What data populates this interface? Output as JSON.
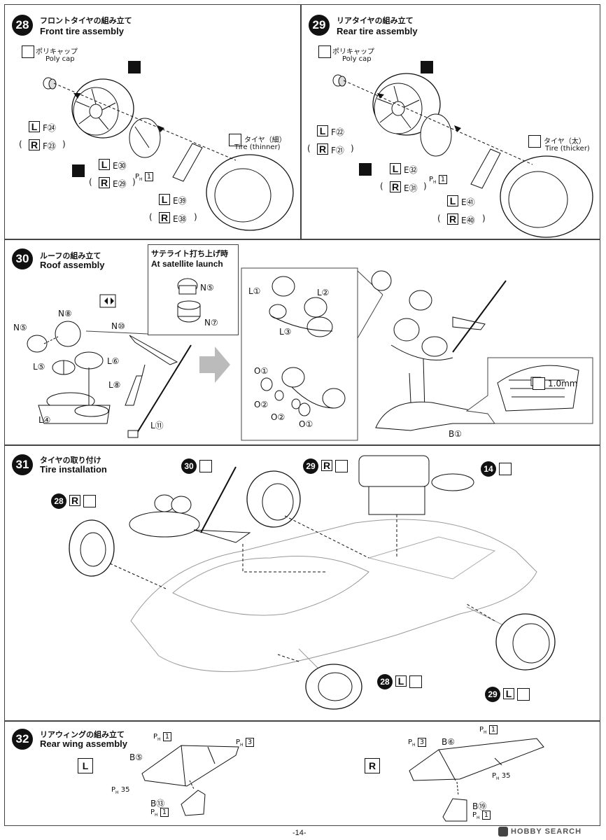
{
  "steps": {
    "s28": {
      "num": "28",
      "title_jp": "フロントタイヤの組み立て",
      "title_en": "Front tire assembly",
      "polycap_jp": "ポリキャップ",
      "polycap_en": "Poly cap",
      "tire_jp": "タイヤ（細）",
      "tire_en": "Tire (thinner)",
      "l_wheel": "F㉔",
      "r_wheel": "F㉓",
      "l_mid": "E㉚",
      "r_mid": "E㉙",
      "l_out": "E㊴",
      "r_out": "E㊳",
      "ph": "1"
    },
    "s29": {
      "num": "29",
      "title_jp": "リアタイヤの組み立て",
      "title_en": "Rear tire assembly",
      "polycap_jp": "ポリキャップ",
      "polycap_en": "Poly cap",
      "tire_jp": "タイヤ（太）",
      "tire_en": "Tire (thicker)",
      "l_wheel": "F㉒",
      "r_wheel": "F㉑",
      "l_mid": "E㉜",
      "r_mid": "E㉛",
      "l_out": "E㊶",
      "r_out": "E㊵",
      "ph": "1"
    },
    "s30": {
      "num": "30",
      "title_jp": "ルーフの組み立て",
      "title_en": "Roof assembly",
      "sat_jp": "サテライト打ち上げ時",
      "sat_en": "At satellite launch",
      "n5": "N⑤",
      "n7": "N⑦",
      "n8": "N⑧",
      "n5b": "N⑤",
      "n10": "N⑩",
      "l5": "L⑤",
      "l6": "L⑥",
      "l8": "L⑧",
      "l4": "L④",
      "l11": "L⑪",
      "l1": "L①",
      "l2": "L②",
      "l3": "L③",
      "o1a": "O①",
      "o2a": "O②",
      "o2b": "O②",
      "o1b": "O①",
      "b1": "B①",
      "gap": "1.0mm"
    },
    "s31": {
      "num": "31",
      "title_jp": "タイヤの取り付け",
      "title_en": "Tire installation",
      "ref30": "30",
      "ref29r": "29",
      "ref14": "14",
      "ref28r": "28",
      "ref28l": "28",
      "ref29l": "29"
    },
    "s32": {
      "num": "32",
      "title_jp": "リアウィングの組み立て",
      "title_en": "Rear wing assembly",
      "left": {
        "side": "L",
        "ph1": "1",
        "ph3": "3",
        "b5": "B⑤",
        "ph35": "35",
        "b13": "B⑬",
        "ph1b": "1"
      },
      "right": {
        "side": "R",
        "ph3": "3",
        "b6": "B⑥",
        "ph1": "1",
        "ph35": "35",
        "b19": "B⑲",
        "ph1b": "1"
      }
    }
  },
  "sides": {
    "L": "L",
    "R": "R"
  },
  "ph_label": "P",
  "ph_sub": "H",
  "page_number": "-14-",
  "watermark": "HOBBY SEARCH",
  "colors": {
    "ink": "#111111",
    "line": "#444444",
    "arrow_grey": "#bbbbbb"
  }
}
